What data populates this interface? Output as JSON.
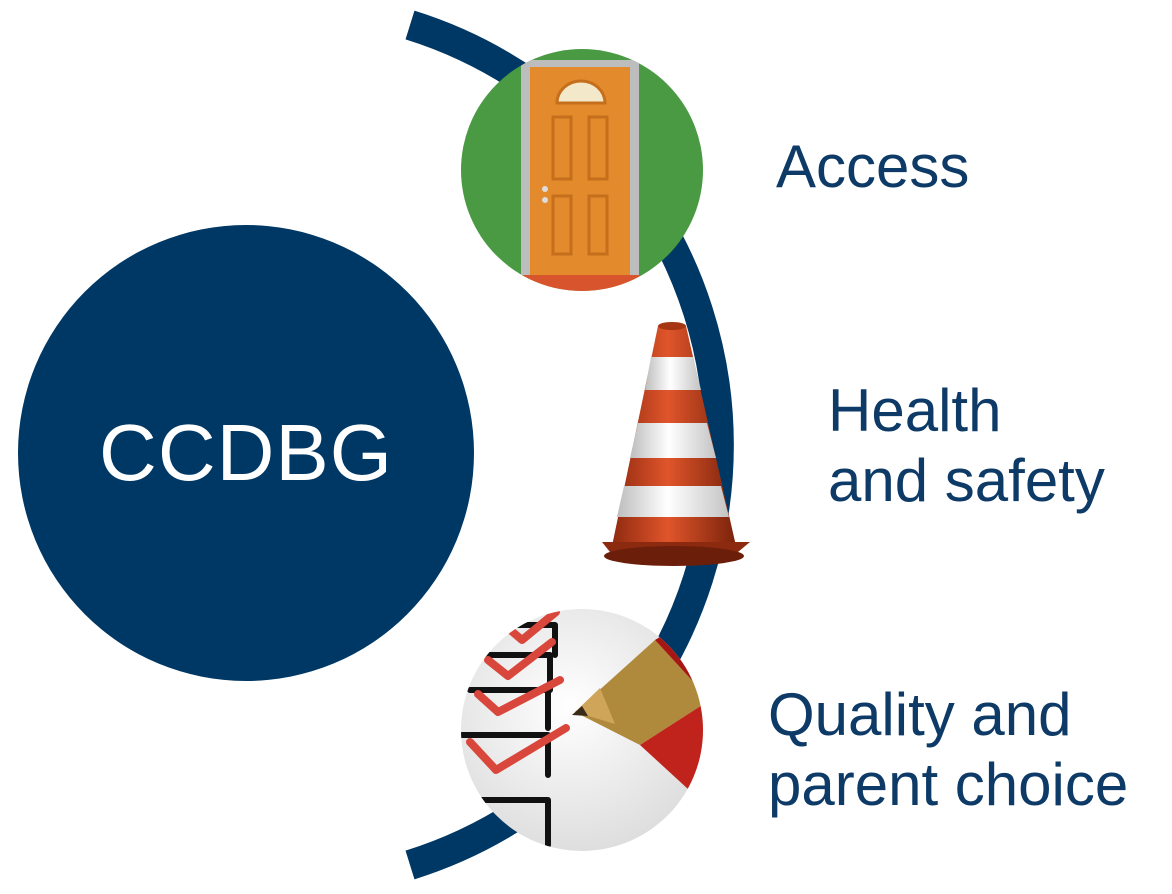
{
  "center": {
    "label": "CCDBG",
    "color": "#003865"
  },
  "arc_color": "#003865",
  "text_color": "#0d3a66",
  "items": [
    {
      "icon": "door-icon",
      "lines": [
        "Access"
      ]
    },
    {
      "icon": "traffic-cone-icon",
      "lines": [
        "Health",
        "and safety"
      ]
    },
    {
      "icon": "checklist-pencil-icon",
      "lines": [
        "Quality and",
        "parent choice"
      ]
    }
  ]
}
